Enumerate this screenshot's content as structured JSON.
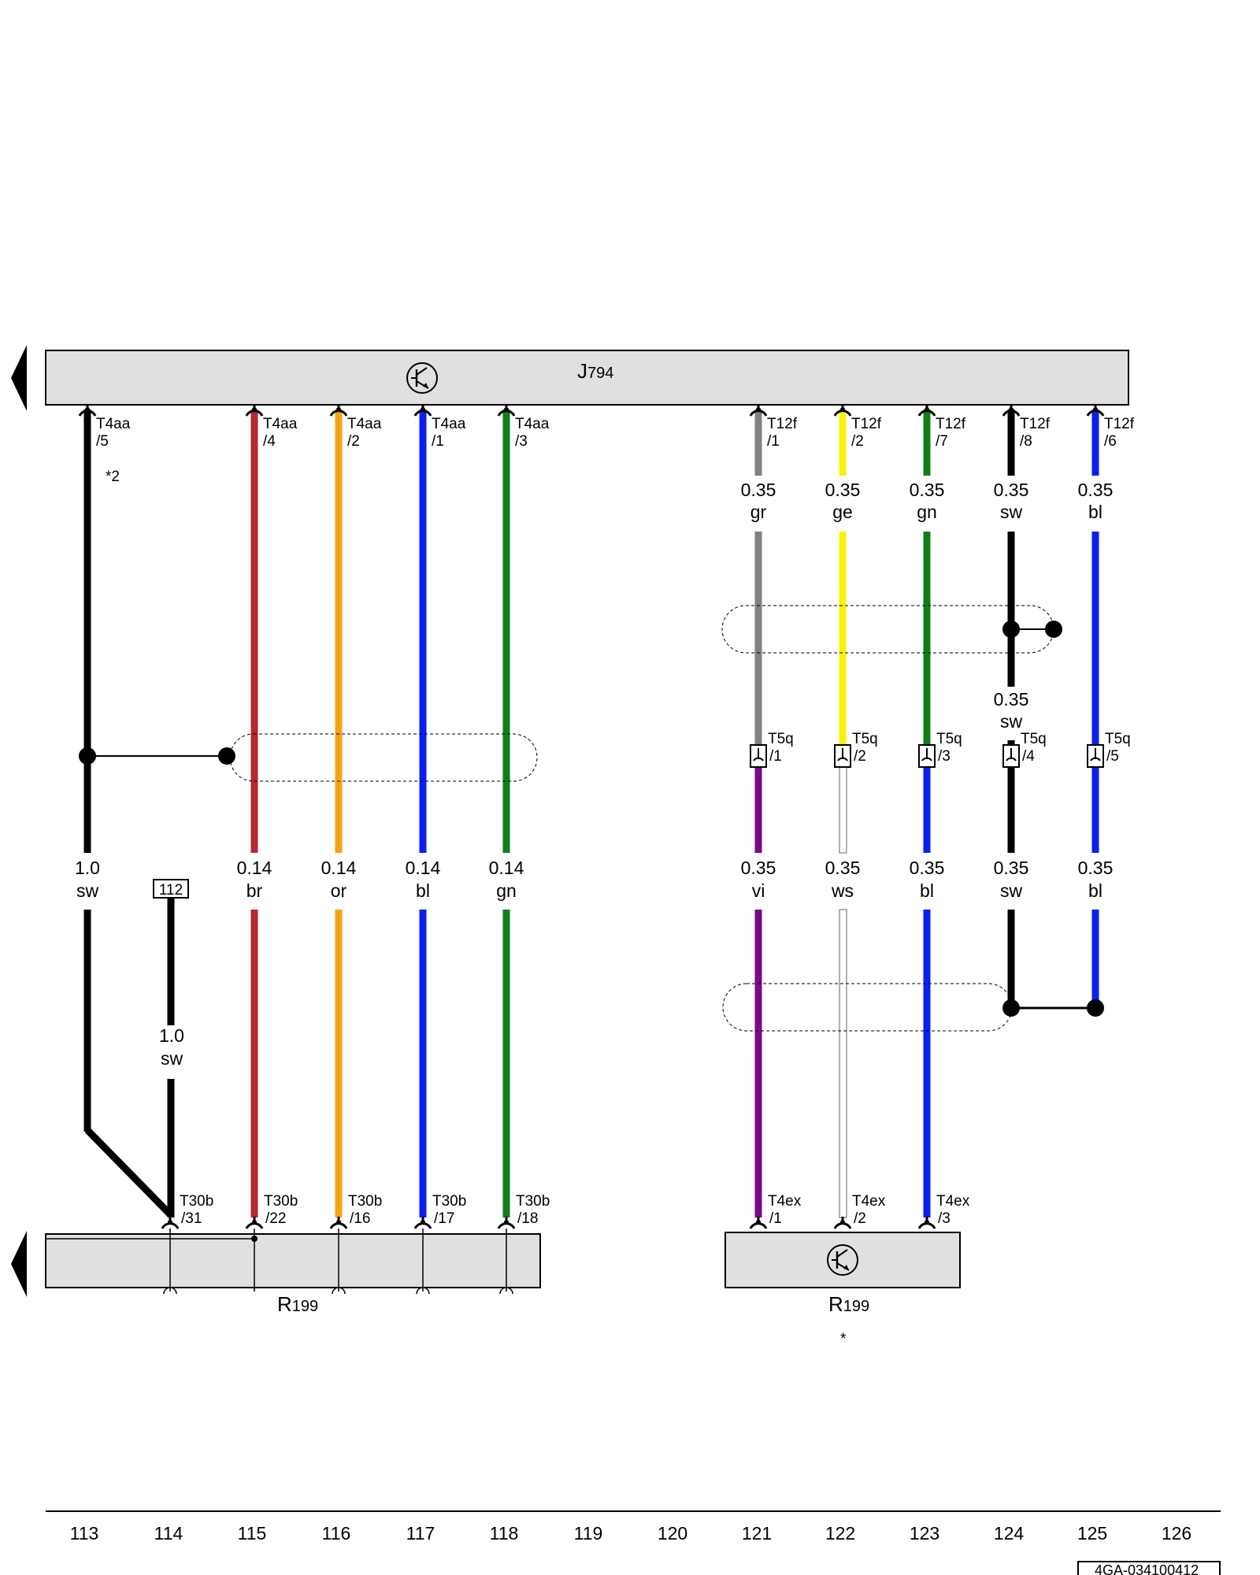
{
  "colors": {
    "sw": "#000000",
    "br": "#b5282f",
    "or": "#f6a417",
    "bl": "#0a1ff0",
    "gn": "#0e7d1a",
    "gr": "#808080",
    "ge": "#f7f20a",
    "vi": "#7a0a86",
    "ws": "#ffffff",
    "box_fill": "#e0e0e0"
  },
  "top_unit": {
    "prefix": "J",
    "suffix": "794",
    "icon": "transistor-icon"
  },
  "top_pins": [
    {
      "conn": "T4aa",
      "pin": "/5",
      "color": "sw"
    },
    {
      "conn": "T4aa",
      "pin": "/4",
      "color": "br"
    },
    {
      "conn": "T4aa",
      "pin": "/2",
      "color": "or"
    },
    {
      "conn": "T4aa",
      "pin": "/1",
      "color": "bl"
    },
    {
      "conn": "T4aa",
      "pin": "/3",
      "color": "gn"
    },
    {
      "conn": "T12f",
      "pin": "/1",
      "color": "gr"
    },
    {
      "conn": "T12f",
      "pin": "/2",
      "color": "ge"
    },
    {
      "conn": "T12f",
      "pin": "/7",
      "color": "gn"
    },
    {
      "conn": "T12f",
      "pin": "/8",
      "color": "sw"
    },
    {
      "conn": "T12f",
      "pin": "/6",
      "color": "bl"
    }
  ],
  "footnote_2": "*2",
  "upper_wire_labels": [
    {
      "size": "0.35",
      "color": "gr"
    },
    {
      "size": "0.35",
      "color": "ge"
    },
    {
      "size": "0.35",
      "color": "gn"
    },
    {
      "size": "0.35",
      "color": "sw"
    },
    {
      "size": "0.35",
      "color": "bl"
    }
  ],
  "extra_wire_label": {
    "size": "0.35",
    "color": "sw"
  },
  "t5q_pins": [
    {
      "conn": "T5q",
      "pin": "/1"
    },
    {
      "conn": "T5q",
      "pin": "/2"
    },
    {
      "conn": "T5q",
      "pin": "/3"
    },
    {
      "conn": "T5q",
      "pin": "/4"
    },
    {
      "conn": "T5q",
      "pin": "/5"
    }
  ],
  "lower_wire_labels": [
    {
      "size": "1.0",
      "color": "sw"
    },
    {
      "size": "0.14",
      "color": "br"
    },
    {
      "size": "0.14",
      "color": "or"
    },
    {
      "size": "0.14",
      "color": "bl"
    },
    {
      "size": "0.14",
      "color": "gn"
    },
    {
      "size": "0.35",
      "color": "vi"
    },
    {
      "size": "0.35",
      "color": "ws"
    },
    {
      "size": "0.35",
      "color": "bl"
    },
    {
      "size": "0.35",
      "color": "sw"
    },
    {
      "size": "0.35",
      "color": "bl"
    }
  ],
  "ref_box": "112",
  "ref_wire_label": {
    "size": "1.0",
    "color": "sw"
  },
  "bottom_pins": [
    {
      "conn": "T30b",
      "pin": "/31"
    },
    {
      "conn": "T30b",
      "pin": "/22"
    },
    {
      "conn": "T30b",
      "pin": "/16"
    },
    {
      "conn": "T30b",
      "pin": "/17"
    },
    {
      "conn": "T30b",
      "pin": "/18"
    },
    {
      "conn": "T4ex",
      "pin": "/1"
    },
    {
      "conn": "T4ex",
      "pin": "/2"
    },
    {
      "conn": "T4ex",
      "pin": "/3"
    }
  ],
  "bottom_unit_left": {
    "prefix": "R",
    "suffix": "199"
  },
  "bottom_unit_right": {
    "prefix": "R",
    "suffix": "199",
    "icon": "transistor-icon"
  },
  "asterisk_note": "*",
  "ruler": [
    "113",
    "114",
    "115",
    "116",
    "117",
    "118",
    "119",
    "120",
    "121",
    "122",
    "123",
    "124",
    "125",
    "126"
  ],
  "doc_code": "4GA-034100412"
}
